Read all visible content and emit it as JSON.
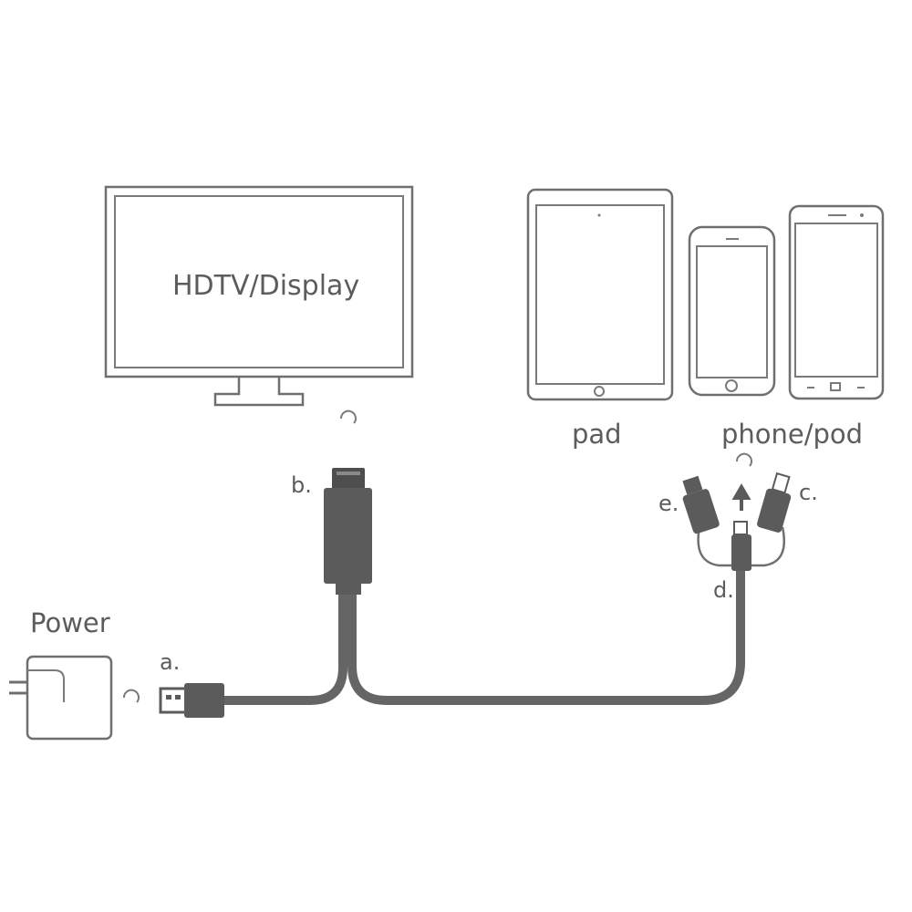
{
  "labels": {
    "display": "HDTV/Display",
    "pad": "pad",
    "phone": "phone/pod",
    "power": "Power",
    "a": "a.",
    "b": "b.",
    "c": "c.",
    "d": "d.",
    "e": "e."
  },
  "colors": {
    "outline": "#6f6f6f",
    "cable": "#656565",
    "text": "#5c5c5c"
  }
}
